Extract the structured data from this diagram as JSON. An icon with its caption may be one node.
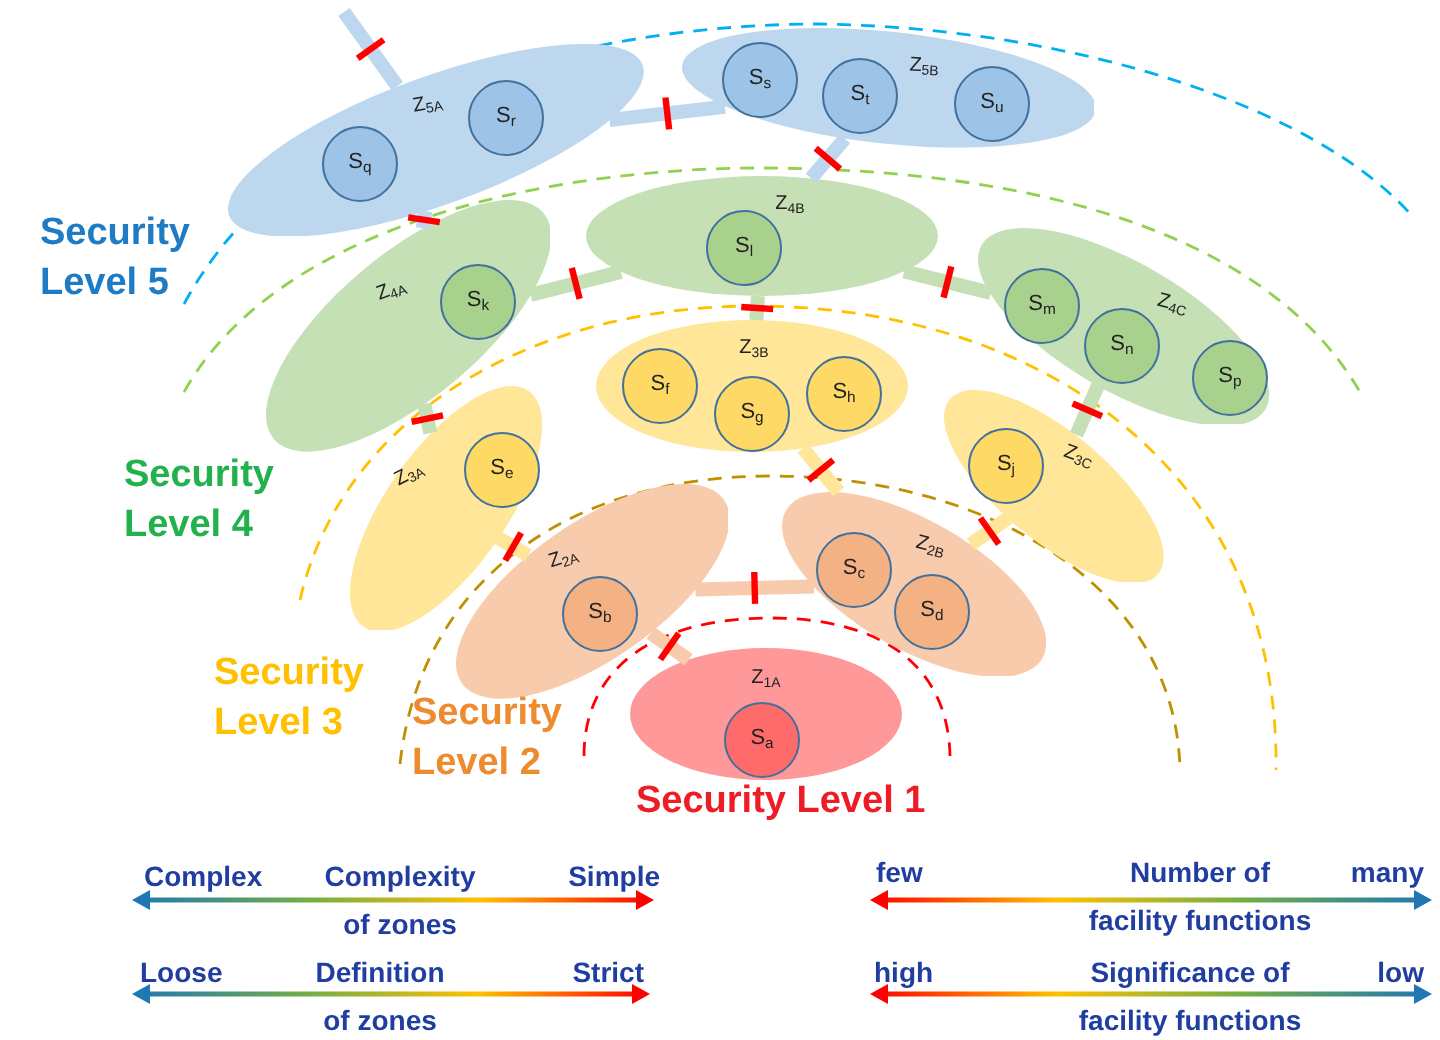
{
  "diagram": {
    "nodes": [
      {
        "text": [
          "Z$_{5A}$"
        ]
      },
      {
        "text": [
          "S$_{q}$"
        ],
        "in": 0
      },
      {
        "text": [
          "S$_{r}$"
        ],
        "in": 0
      },
      {
        "text": [
          "Z$_{5B}$"
        ]
      },
      {
        "text": [
          "S$_{s}$"
        ],
        "in": 3
      },
      {
        "text": [
          "S$_{t}$"
        ],
        "in": 3
      },
      {
        "text": [
          "S$_{u}$"
        ],
        "in": 3
      },
      {
        "text": [
          "Z$_{4A}$"
        ]
      },
      {
        "text": [
          "S$_{k}$"
        ],
        "in": 7
      },
      {
        "text": [
          "Z$_{4B}$"
        ]
      },
      {
        "text": [
          "S$_{l}$"
        ],
        "in": 9
      },
      {
        "text": [
          "Z$_{4C}$"
        ]
      },
      {
        "text": [
          "S$_{m}$"
        ],
        "in": 11
      },
      {
        "text": [
          "S$_{n}$"
        ],
        "in": 11
      },
      {
        "text": [
          "S$_{p}$"
        ],
        "in": 11
      },
      {
        "text": [
          "Z$_{3A}$"
        ]
      },
      {
        "text": [
          "S$_{e}$"
        ],
        "in": 15
      },
      {
        "text": [
          "Z$_{3B}$"
        ]
      },
      {
        "text": [
          "S$_{f}$"
        ],
        "in": 17
      },
      {
        "text": [
          "S$_{g}$"
        ],
        "in": 17
      },
      {
        "text": [
          "S$_{h}$"
        ],
        "in": 17
      },
      {
        "text": [
          "Z$_{3C}$"
        ]
      },
      {
        "text": [
          "S$_{j}$"
        ],
        "in": 21
      },
      {
        "text": [
          "Z$_{2A}$"
        ]
      },
      {
        "text": [
          "S$_{b}$"
        ],
        "in": 23
      },
      {
        "text": [
          "Z$_{2B}$"
        ]
      },
      {
        "text": [
          "S$_{c}$"
        ],
        "in": 25
      },
      {
        "text": [
          "S$_{d}$"
        ],
        "in": 25
      },
      {
        "text": [
          "Z$_{1A}$"
        ]
      },
      {
        "text": [
          "S$_{a}$"
        ],
        "in": 28
      }
    ],
    "edges": [
      {
        "from": 0,
        "to": null,
        "arrow": "none"
      },
      {
        "from": 0,
        "to": 3,
        "arrow": "none"
      },
      {
        "from": 3,
        "to": 9,
        "arrow": "none"
      },
      {
        "from": 0,
        "to": 7,
        "arrow": "none"
      },
      {
        "from": 7,
        "to": 9,
        "arrow": "none"
      },
      {
        "from": 9,
        "to": 11,
        "arrow": "none"
      },
      {
        "from": 9,
        "to": 17,
        "arrow": "none"
      },
      {
        "from": 7,
        "to": 15,
        "arrow": "none"
      },
      {
        "from": 11,
        "to": 21,
        "arrow": "none"
      },
      {
        "from": 15,
        "to": 23,
        "arrow": "none"
      },
      {
        "from": 17,
        "to": 25,
        "arrow": "none"
      },
      {
        "from": 21,
        "to": 25,
        "arrow": "none"
      },
      {
        "from": 23,
        "to": 25,
        "arrow": "none"
      },
      {
        "from": 23,
        "to": 28,
        "arrow": "none"
      }
    ],
    "labels": [
      "Security Level 5",
      "Security Level 4",
      "Security Level 3",
      "Security Level 2",
      "Security Level 1",
      "Complex",
      "Complexity of zones",
      "Simple",
      "few",
      "Number of facility functions",
      "many",
      "Loose",
      "Definition of zones",
      "Strict",
      "high",
      "Significance of facility functions",
      "low"
    ]
  }
}
